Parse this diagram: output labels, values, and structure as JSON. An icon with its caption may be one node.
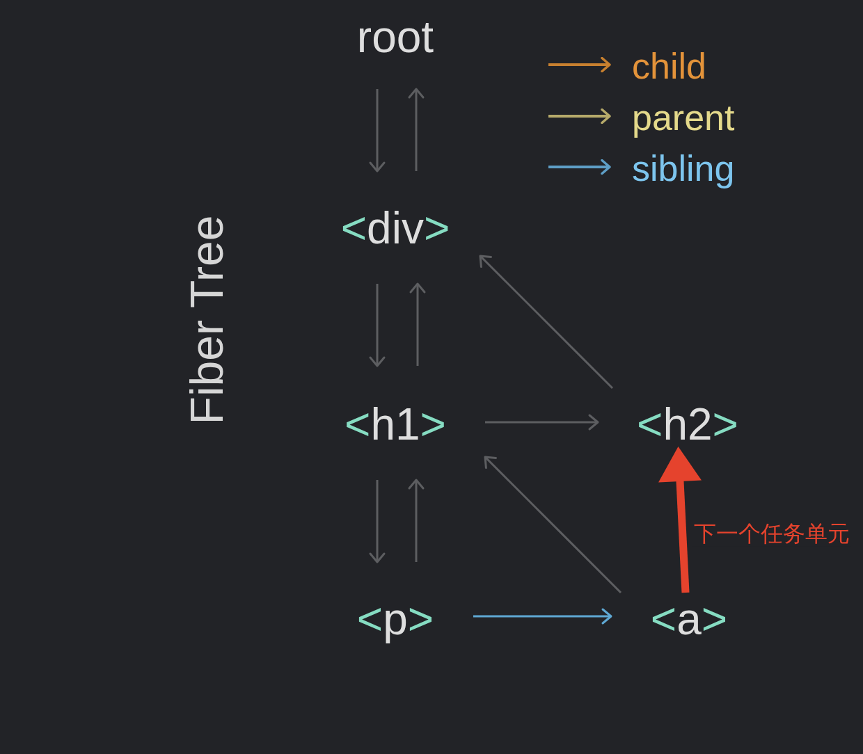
{
  "diagram": {
    "title": "Fiber Tree",
    "nodes": [
      {
        "text": [
          "root"
        ]
      },
      {
        "text": [
          "<div>"
        ]
      },
      {
        "text": [
          "<h1>"
        ]
      },
      {
        "text": [
          "<h2>"
        ]
      },
      {
        "text": [
          "<p>"
        ]
      },
      {
        "text": [
          "<a>"
        ]
      }
    ],
    "edges": [
      {
        "from": 0,
        "to": 1,
        "arrow": "to"
      },
      {
        "from": 1,
        "to": 0,
        "arrow": "to"
      },
      {
        "from": 1,
        "to": 2,
        "arrow": "to"
      },
      {
        "from": 2,
        "to": 1,
        "arrow": "to"
      },
      {
        "from": 3,
        "to": 1,
        "arrow": "to"
      },
      {
        "from": 2,
        "to": 3,
        "arrow": "to"
      },
      {
        "from": 2,
        "to": 4,
        "arrow": "to"
      },
      {
        "from": 4,
        "to": 2,
        "arrow": "to"
      },
      {
        "from": 5,
        "to": 2,
        "arrow": "to"
      },
      {
        "from": 4,
        "to": 5,
        "arrow": "to",
        "color": "#5fa8d3"
      },
      {
        "from": 5,
        "to": 3,
        "arrow": "to",
        "label": "下一个任务单元",
        "style": "thick",
        "color": "#e5432d"
      }
    ],
    "legend": [
      {
        "text": "child"
      },
      {
        "text": "parent"
      },
      {
        "text": "sibling"
      }
    ]
  }
}
